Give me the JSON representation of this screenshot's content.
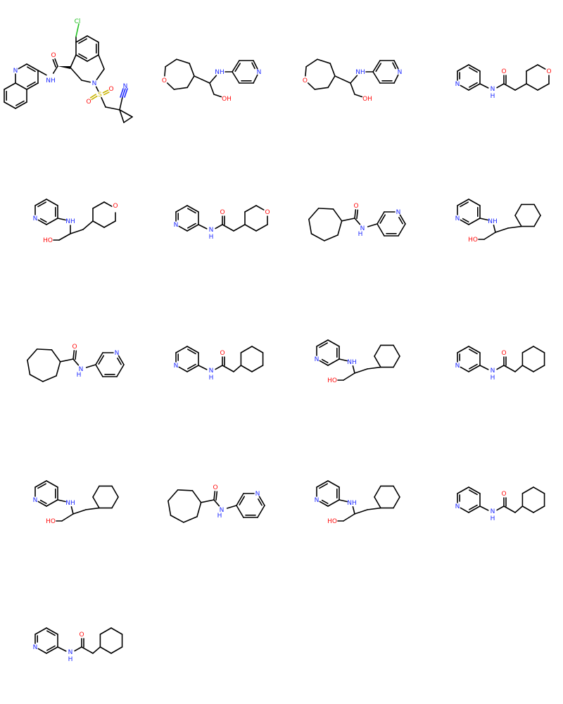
{
  "molecules": [
    {
      "template": "lead"
    },
    {
      "template": "oxepane_amino_alcohol"
    },
    {
      "template": "oxepane_amino_alcohol"
    },
    {
      "template": "pyran_amide"
    },
    {
      "template": "pyran_amino_alcohol"
    },
    {
      "template": "pyran_amide"
    },
    {
      "template": "cycloheptyl_amide"
    },
    {
      "template": "cyclohexyl_amino_alcohol"
    },
    {
      "template": "cycloheptyl_amide"
    },
    {
      "template": "cyclohexyl_amide"
    },
    {
      "template": "cyclohexyl_amino_alcohol"
    },
    {
      "template": "cyclohexyl_amide"
    },
    {
      "template": "cyclohexyl_amino_alcohol"
    },
    {
      "template": "cycloheptyl_amide"
    },
    {
      "template": "cyclohexyl_amino_alcohol"
    },
    {
      "template": "cyclohexyl_amide"
    },
    {
      "template": "cyclohexyl_amide"
    }
  ],
  "labels": {
    "cl": "Cl",
    "o": "O",
    "nh": "NH",
    "h": "H",
    "n": "N",
    "s": "S",
    "oh": "OH",
    "ho": "HO"
  },
  "colors": {
    "bond": "#000000",
    "nitrogen": "#1f2bff",
    "oxygen": "#ff0d0d",
    "chlorine": "#1fbf1f",
    "sulfur": "#c8b400"
  }
}
